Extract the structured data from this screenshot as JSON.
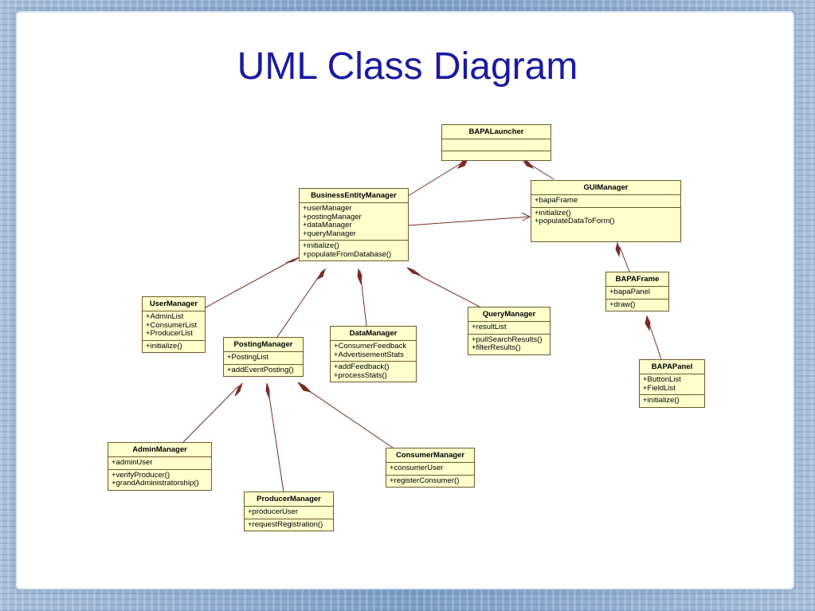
{
  "title": "UML Class Diagram",
  "classes": {
    "bapa_launcher": {
      "name": "BAPALauncher",
      "attributes": [],
      "methods": []
    },
    "business_entity_manager": {
      "name": "BusinessEntityManager",
      "attributes": [
        "+userManager",
        "+postingManager",
        "+dataManager",
        "+queryManager"
      ],
      "methods": [
        "+initialize()",
        "+populateFromDatabase()"
      ]
    },
    "gui_manager": {
      "name": "GUIManager",
      "attributes": [
        "+bapaFrame"
      ],
      "methods": [
        "+initialize()",
        "+populateDataToForm()"
      ]
    },
    "bapa_frame": {
      "name": "BAPAFrame",
      "attributes": [
        "+bapaPanel"
      ],
      "methods": [
        "+draw()"
      ]
    },
    "bapa_panel": {
      "name": "BAPAPanel",
      "attributes": [
        "+ButtonList",
        "+FieldList"
      ],
      "methods": [
        "+initialize()"
      ]
    },
    "user_manager": {
      "name": "UserManager",
      "attributes": [
        "+AdminList",
        "+ConsumerList",
        "+ProducerList"
      ],
      "methods": [
        "+initialize()"
      ]
    },
    "posting_manager": {
      "name": "PostingManager",
      "attributes": [
        "+PostingList"
      ],
      "methods": [
        "+addEventPosting()"
      ]
    },
    "data_manager": {
      "name": "DataManager",
      "attributes": [
        "+ConsumerFeedback",
        "+AdvertisementStats"
      ],
      "methods": [
        "+addFeedback()",
        "+processStats()"
      ]
    },
    "query_manager": {
      "name": "QueryManager",
      "attributes": [
        "+resultList"
      ],
      "methods": [
        "+pullSearchResults()",
        "+filterResults()"
      ]
    },
    "admin_manager": {
      "name": "AdminManager",
      "attributes": [
        "+adminUser"
      ],
      "methods": [
        "+verifyProducer()",
        "+grandAdministratorship()"
      ]
    },
    "producer_manager": {
      "name": "ProducerManager",
      "attributes": [
        "+producerUser"
      ],
      "methods": [
        "+requestRegistration()"
      ]
    },
    "consumer_manager": {
      "name": "ConsumerManager",
      "attributes": [
        "+consumerUser"
      ],
      "methods": [
        "+registerConsumer()"
      ]
    }
  },
  "relations": [
    {
      "whole": "bapa_launcher",
      "part": "business_entity_manager",
      "kind": "composition"
    },
    {
      "whole": "bapa_launcher",
      "part": "gui_manager",
      "kind": "composition"
    },
    {
      "from": "business_entity_manager",
      "to": "gui_manager",
      "kind": "association"
    },
    {
      "whole": "gui_manager",
      "part": "bapa_frame",
      "kind": "composition"
    },
    {
      "whole": "bapa_frame",
      "part": "bapa_panel",
      "kind": "composition"
    },
    {
      "whole": "business_entity_manager",
      "part": "user_manager",
      "kind": "composition"
    },
    {
      "whole": "business_entity_manager",
      "part": "posting_manager",
      "kind": "composition"
    },
    {
      "whole": "business_entity_manager",
      "part": "data_manager",
      "kind": "composition"
    },
    {
      "whole": "business_entity_manager",
      "part": "query_manager",
      "kind": "composition"
    },
    {
      "whole": "posting_manager",
      "part": "admin_manager",
      "kind": "composition"
    },
    {
      "whole": "posting_manager",
      "part": "producer_manager",
      "kind": "composition"
    },
    {
      "whole": "posting_manager",
      "part": "consumer_manager",
      "kind": "composition"
    }
  ],
  "colors": {
    "title": "#1a1aa0",
    "class_fill": "#ffffcc",
    "class_border": "#6b5a2a",
    "connector": "#7a2a2a"
  }
}
